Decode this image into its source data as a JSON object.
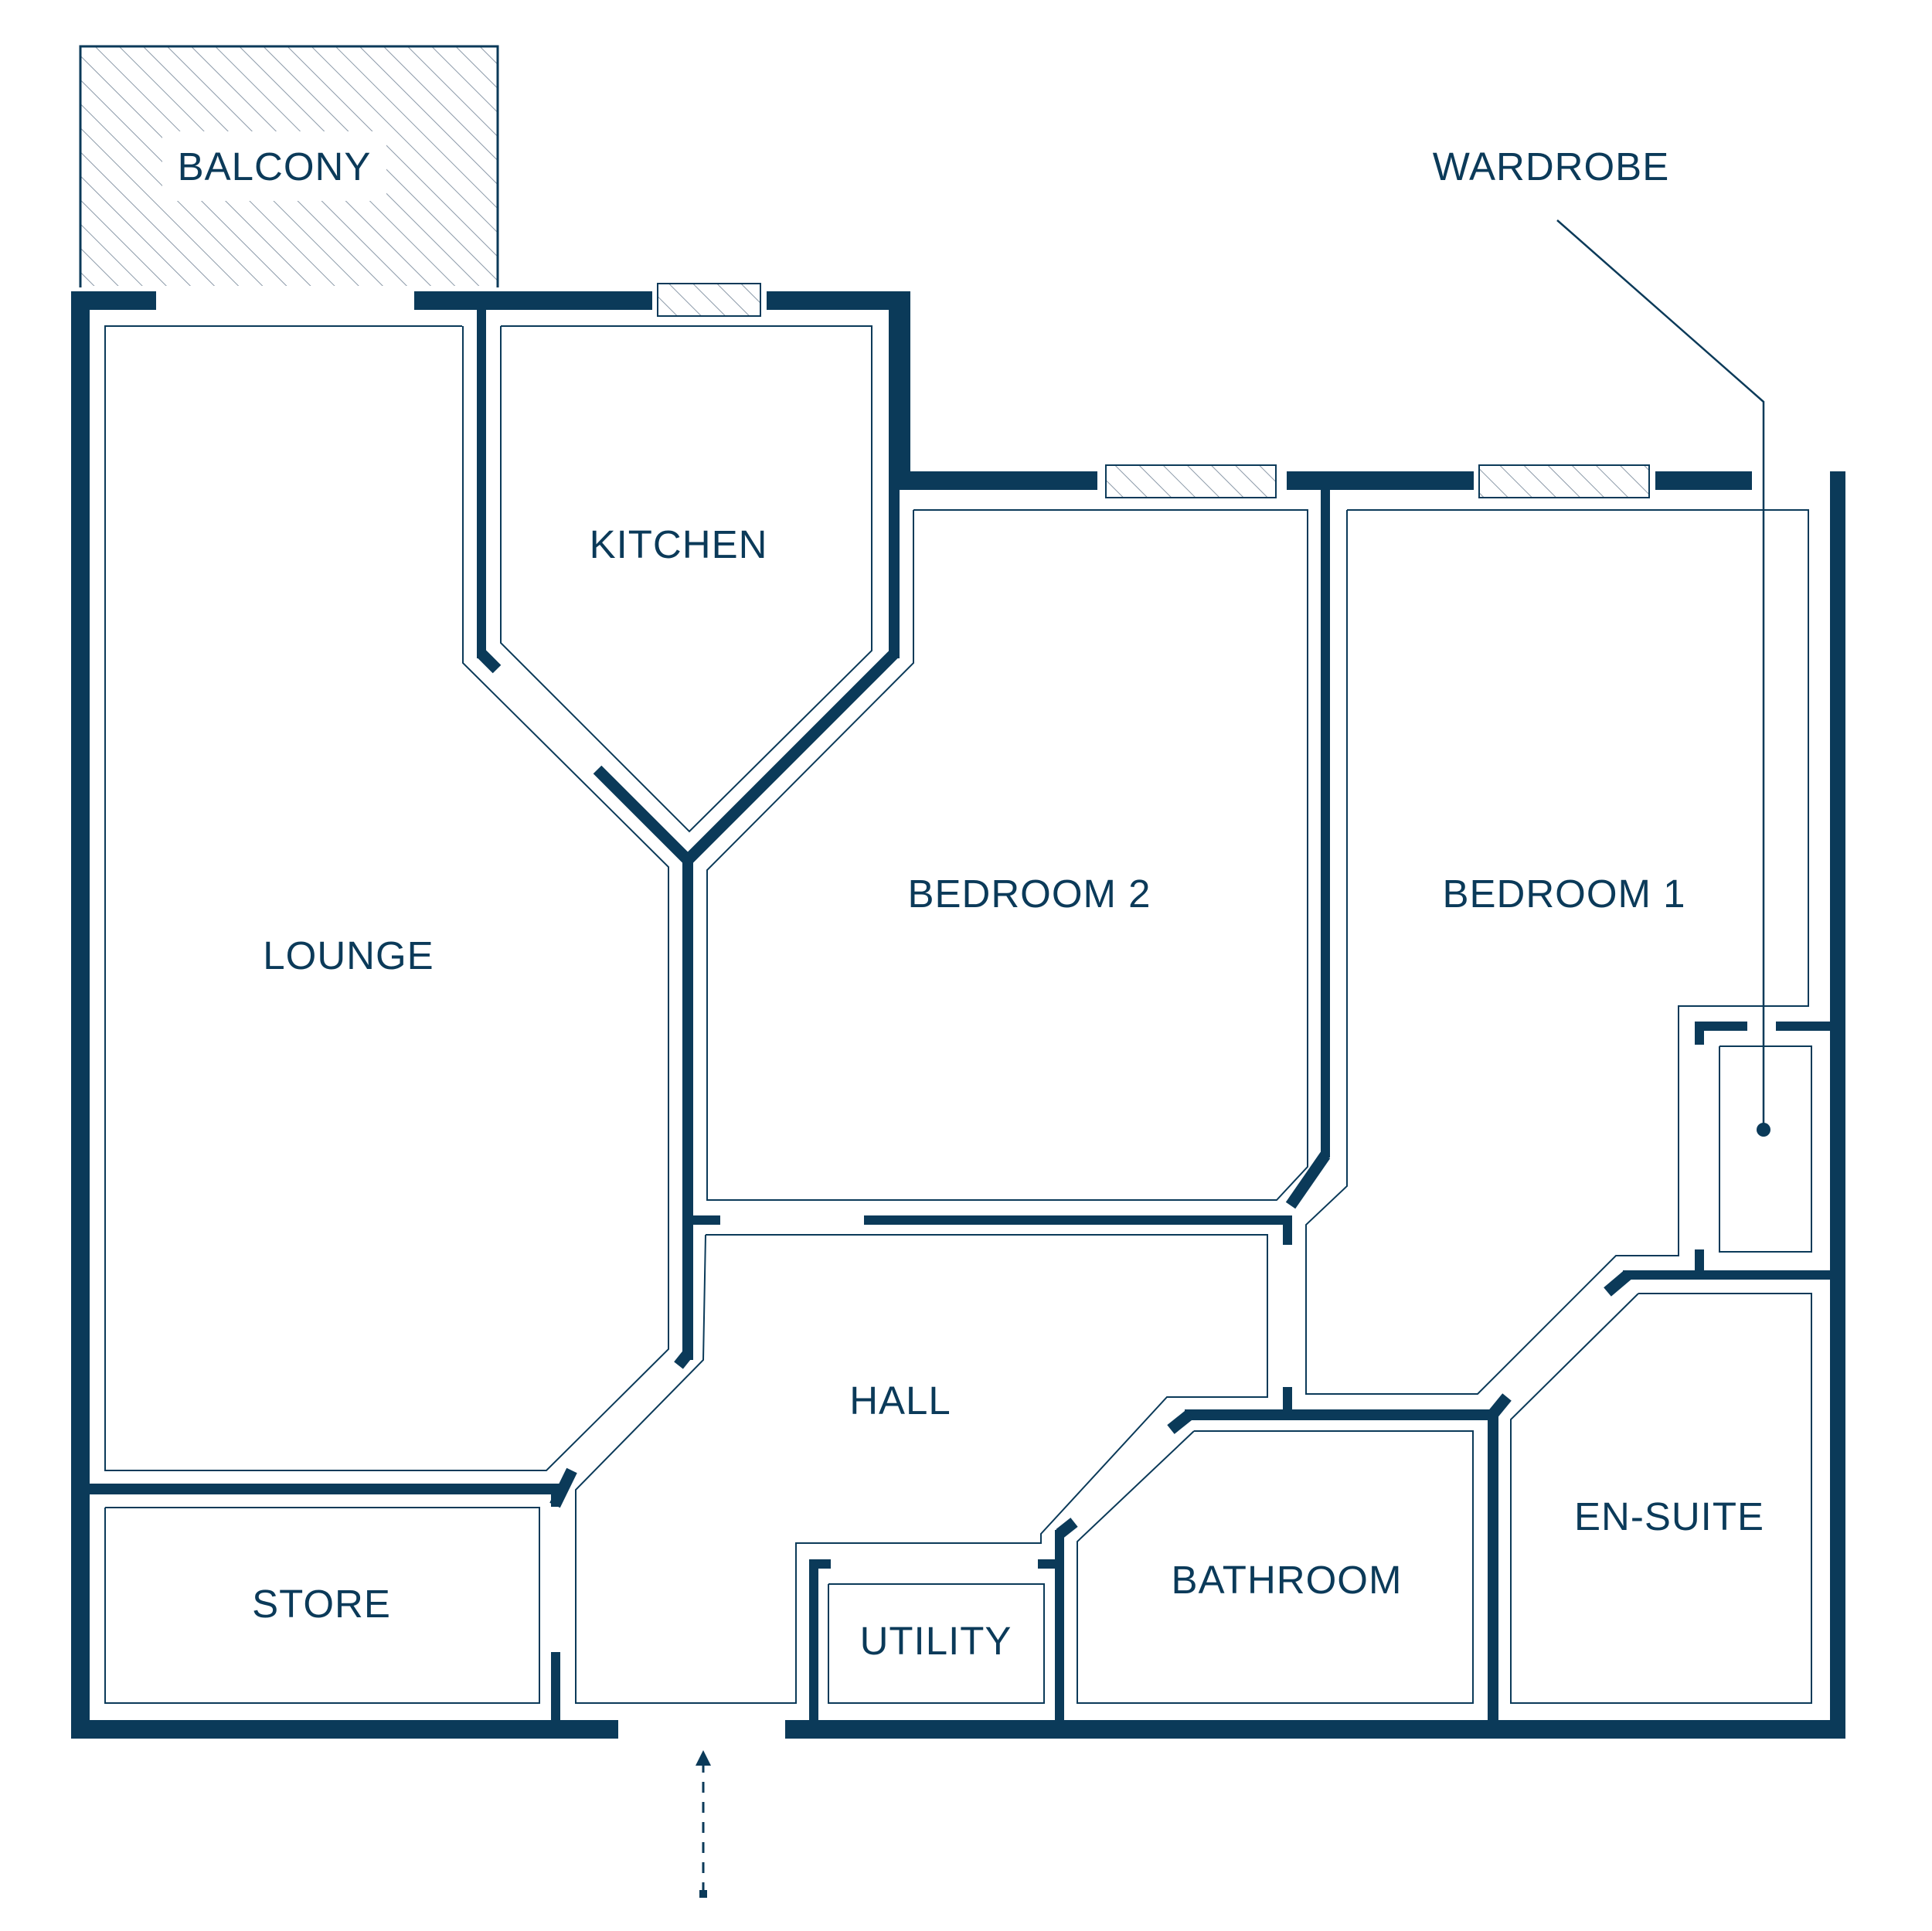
{
  "colors": {
    "wall": "#0b3a59",
    "background": "#ffffff"
  },
  "rooms": {
    "balcony": "BALCONY",
    "kitchen": "KITCHEN",
    "lounge": "LOUNGE",
    "bedroom2": "BEDROOM 2",
    "bedroom1": "BEDROOM 1",
    "hall": "HALL",
    "store": "STORE",
    "utility": "UTILITY",
    "bathroom": "BATHROOM",
    "ensuite": "EN-SUITE"
  },
  "callouts": {
    "wardrobe": "WARDROBE"
  },
  "icons": {
    "entrance": "entrance-arrow-icon",
    "wardrobe_marker": "leader-dot-icon"
  }
}
